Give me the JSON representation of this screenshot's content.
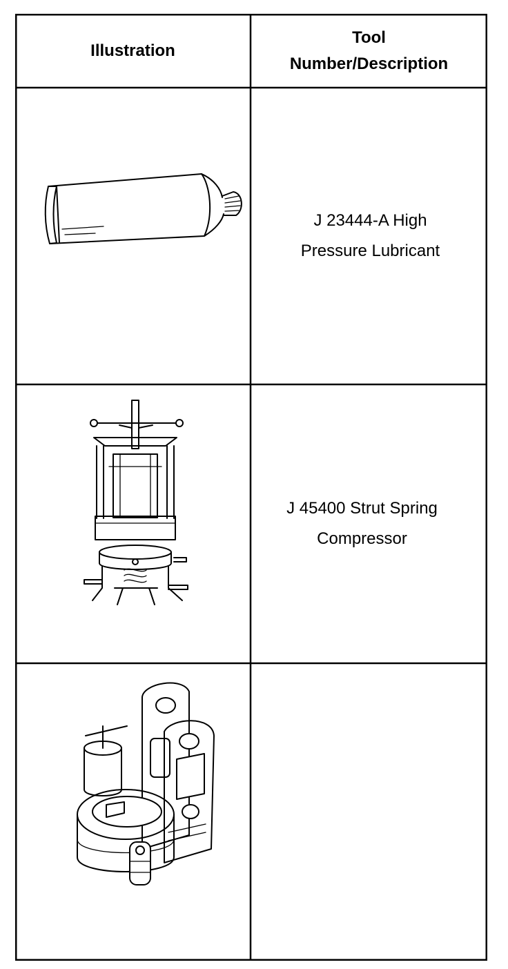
{
  "table": {
    "headers": {
      "illustration": "Illustration",
      "tool_line1": "Tool",
      "tool_line2": "Number/Description"
    },
    "rows": [
      {
        "illustration_icon": "lubricant-tube-icon",
        "desc_line1": "J 23444-A High",
        "desc_line2": "Pressure Lubricant"
      },
      {
        "illustration_icon": "strut-spring-compressor-icon",
        "desc_line1": "J 45400 Strut Spring",
        "desc_line2": "Compressor"
      },
      {
        "illustration_icon": "strut-clamp-adapter-icon",
        "desc_line1": "",
        "desc_line2": ""
      }
    ]
  }
}
